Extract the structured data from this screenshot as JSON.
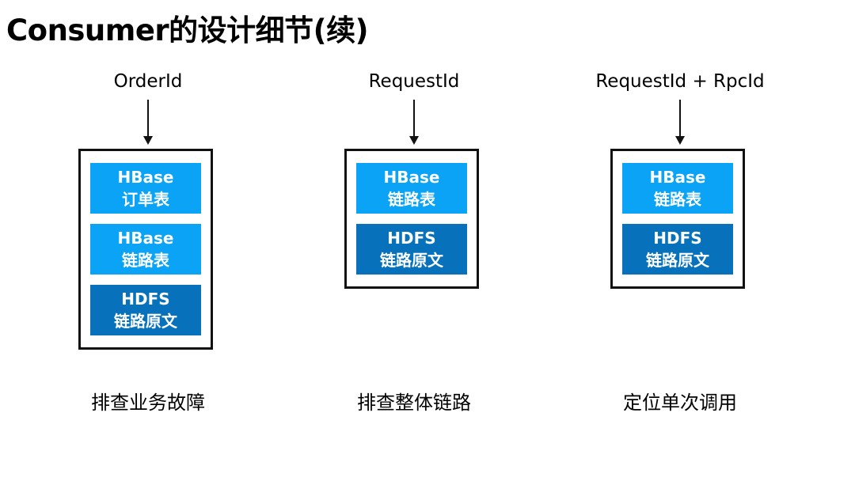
{
  "title": "Consumer的设计细节(续)",
  "colors": {
    "hbase_fill": "#0aa3f5",
    "hdfs_fill": "#0772bb",
    "box_border": "#111111",
    "block_text": "#ffffff"
  },
  "columns": [
    {
      "key_label": "OrderId",
      "stores": [
        {
          "type": "hbase",
          "system": "HBase",
          "table": "订单表"
        },
        {
          "type": "hbase",
          "system": "HBase",
          "table": "链路表"
        },
        {
          "type": "hdfs",
          "system": "HDFS",
          "table": "链路原文"
        }
      ],
      "purpose": "排查业务故障"
    },
    {
      "key_label": "RequestId",
      "stores": [
        {
          "type": "hbase",
          "system": "HBase",
          "table": "链路表"
        },
        {
          "type": "hdfs",
          "system": "HDFS",
          "table": "链路原文"
        }
      ],
      "purpose": "排查整体链路"
    },
    {
      "key_label": "RequestId + RpcId",
      "stores": [
        {
          "type": "hbase",
          "system": "HBase",
          "table": "链路表"
        },
        {
          "type": "hdfs",
          "system": "HDFS",
          "table": "链路原文"
        }
      ],
      "purpose": "定位单次调用"
    }
  ]
}
